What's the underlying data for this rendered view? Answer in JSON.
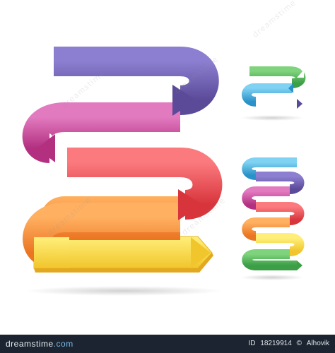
{
  "colors": {
    "purple": "#6a5aa8",
    "magenta": "#c1449a",
    "red": "#e5474d",
    "orange": "#f08a3a",
    "yellow": "#f4d03a",
    "green": "#4db257",
    "blue": "#38a7d9",
    "footer_bg": "#1b2430"
  },
  "watermark": "dreamstime",
  "footer": {
    "brand_main": "dreamstime",
    "brand_suffix": ".com",
    "id_label": "ID",
    "id_value": "18219914",
    "separator": "©",
    "author": "Alhovik"
  }
}
